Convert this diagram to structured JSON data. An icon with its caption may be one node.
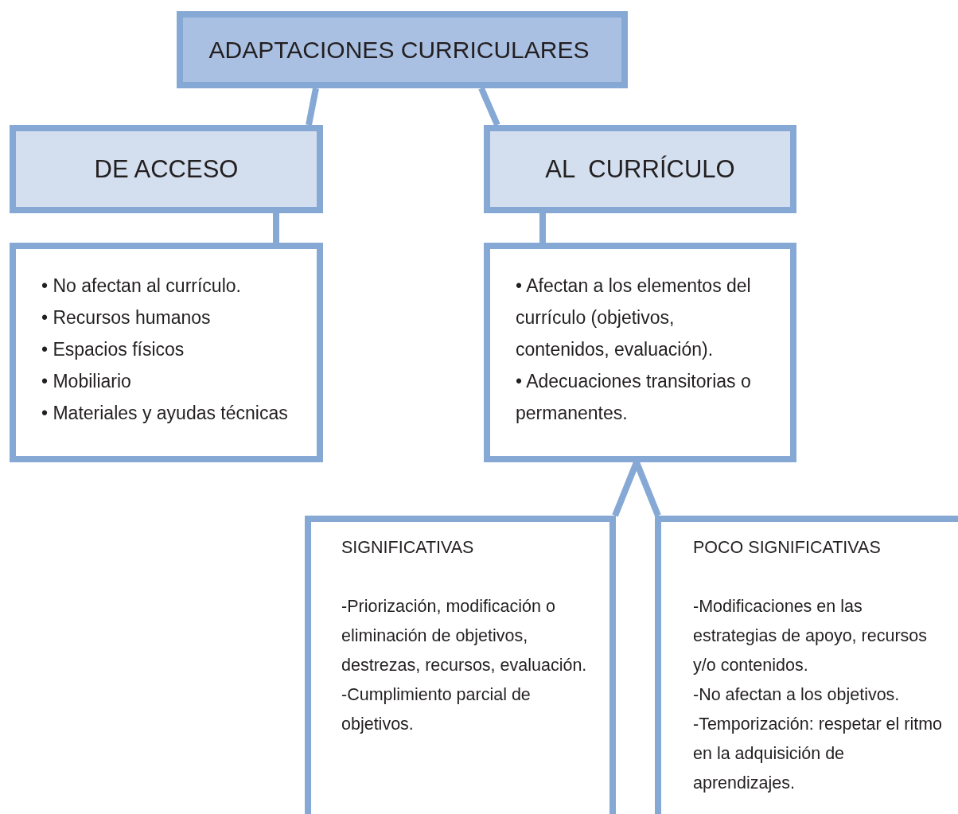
{
  "diagram": {
    "nodes": [
      {
        "text": [
          "ADAPTACIONES CURRICULARES"
        ]
      },
      {
        "text": [
          "DE ACCESO"
        ]
      },
      {
        "text": [
          "AL  CURRÍCULO"
        ]
      },
      {
        "text": [
          "• No afectan al currículo.",
          "• Recursos humanos",
          "• Espacios físicos",
          "• Mobiliario",
          "• Materiales y ayudas técnicas"
        ]
      },
      {
        "text": [
          "• Afectan a los elementos del currículo (objetivos, contenidos, evaluación).",
          "• Adecuaciones transitorias o permanentes."
        ]
      },
      {
        "text": [
          "SIGNIFICATIVAS",
          "-Priorización, modificación o eliminación de objetivos, destrezas, recursos, evaluación.",
          "-Cumplimiento parcial de objetivos."
        ]
      },
      {
        "text": [
          "POCO SIGNIFICATIVAS",
          "-Modificaciones en las estrategias de apoyo, recursos y/o contenidos.",
          "-No afectan a los objetivos.",
          "-Temporización: respetar el ritmo en la adquisición de aprendizajes."
        ]
      }
    ],
    "edges": [
      {
        "from": 0,
        "to": 1,
        "arrow": "none"
      },
      {
        "from": 0,
        "to": 2,
        "arrow": "none"
      },
      {
        "from": 1,
        "to": 3,
        "arrow": "none"
      },
      {
        "from": 2,
        "to": 4,
        "arrow": "none"
      },
      {
        "from": 4,
        "to": 5,
        "arrow": "none"
      },
      {
        "from": 4,
        "to": 6,
        "arrow": "none"
      }
    ]
  }
}
